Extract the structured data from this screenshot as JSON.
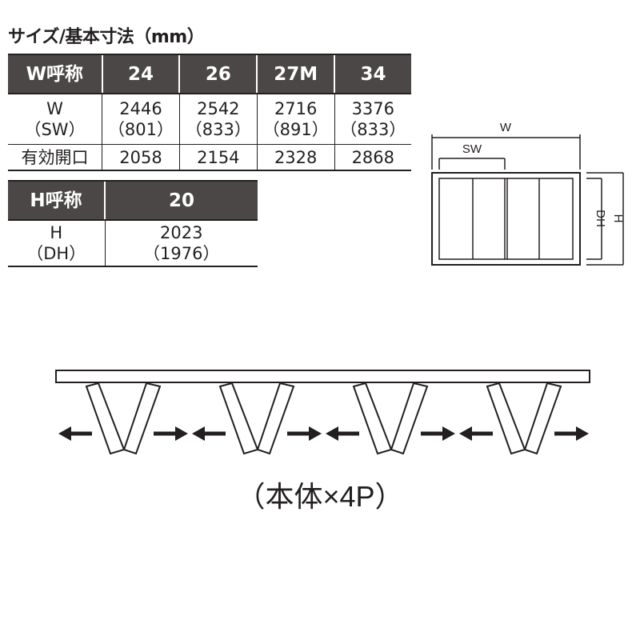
{
  "title": "サイズ/基本寸法（mm）",
  "width_table": {
    "header": [
      "W呼称",
      "24",
      "26",
      "27M",
      "34"
    ],
    "rows": [
      {
        "label": [
          "W",
          "（SW）"
        ],
        "values": [
          [
            "2446",
            "（801）"
          ],
          [
            "2542",
            "（833）"
          ],
          [
            "2716",
            "（891）"
          ],
          [
            "3376",
            "（833）"
          ]
        ]
      },
      {
        "label": [
          "有効開口"
        ],
        "values": [
          [
            "2058"
          ],
          [
            "2154"
          ],
          [
            "2328"
          ],
          [
            "2868"
          ]
        ]
      }
    ]
  },
  "height_table": {
    "header": [
      "H呼称",
      "20"
    ],
    "row": {
      "label": [
        "H",
        "（DH）"
      ],
      "value": [
        "2023",
        "（1976）"
      ]
    }
  },
  "elevation": {
    "w": "W",
    "sw": "SW",
    "dh": "DH",
    "h": "H"
  },
  "plan": {
    "units": 4,
    "caption": "（本体×4P）"
  }
}
